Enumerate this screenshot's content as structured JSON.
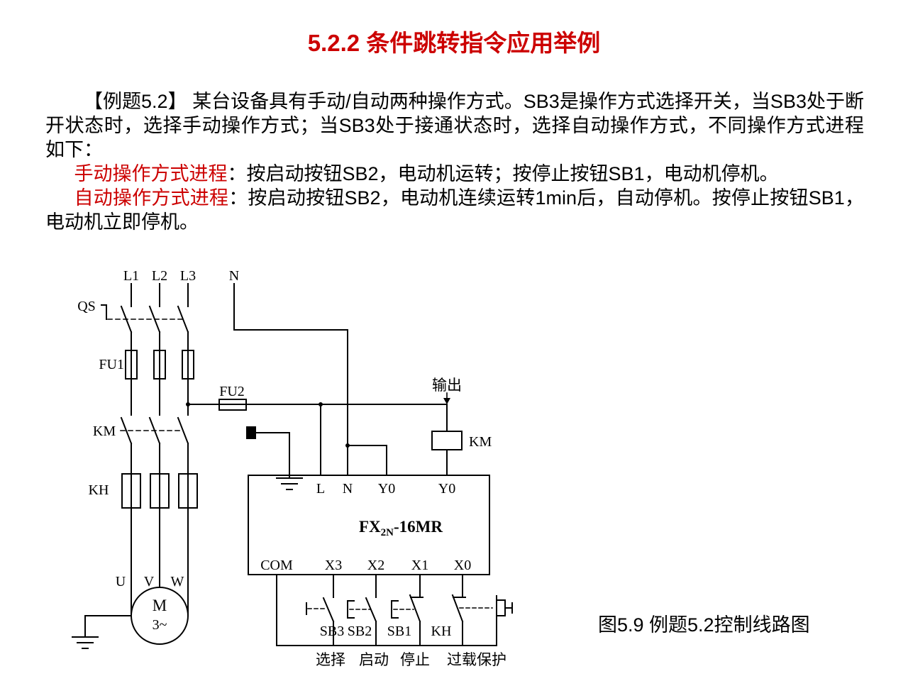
{
  "colors": {
    "accent_red": "#cc0000",
    "text": "#000000",
    "background": "#ffffff"
  },
  "title": "5.2.2  条件跳转指令应用举例",
  "body": {
    "para1": "【例题5.2】 某台设备具有手动/自动两种操作方式。SB3是操作方式选择开关，当SB3处于断开状态时，选择手动操作方式；当SB3处于接通状态时，选择自动操作方式，不同操作方式进程如下：",
    "manual_label": "手动操作方式进程",
    "manual_text": "：按启动按钮SB2，电动机运转；按停止按钮SB1，电动机停机。",
    "auto_label": "自动操作方式进程",
    "auto_text": "：按启动按钮SB2，电动机连续运转1min后，自动停机。按停止按钮SB1，电动机立即停机。"
  },
  "diagram": {
    "caption": "图5.9  例题5.2控制线路图",
    "labels": {
      "l1": "L1",
      "l2": "L2",
      "l3": "L3",
      "n_top": "N",
      "qs": "QS",
      "fu1": "FU1",
      "fu2": "FU2",
      "km_contact": "KM",
      "kh_heater": "KH",
      "u": "U",
      "v": "V",
      "w": "W",
      "motor_m": "M",
      "motor_3ph": "3~",
      "output": "输出",
      "km_coil": "KM",
      "plc_l": "L",
      "plc_n": "N",
      "plc_y0a": "Y0",
      "plc_y0b": "Y0",
      "plc_model_prefix": "FX",
      "plc_model_sub": "2N",
      "plc_model_suffix": "-16MR",
      "com": "COM",
      "x3": "X3",
      "x2": "X2",
      "x1": "X1",
      "x0": "X0",
      "sb3": "SB3",
      "sb2": "SB2",
      "sb1": "SB1",
      "kh_contact": "KH",
      "cap_select": "选择",
      "cap_start": "启动",
      "cap_stop": "停止",
      "cap_overload": "过载保护"
    }
  }
}
